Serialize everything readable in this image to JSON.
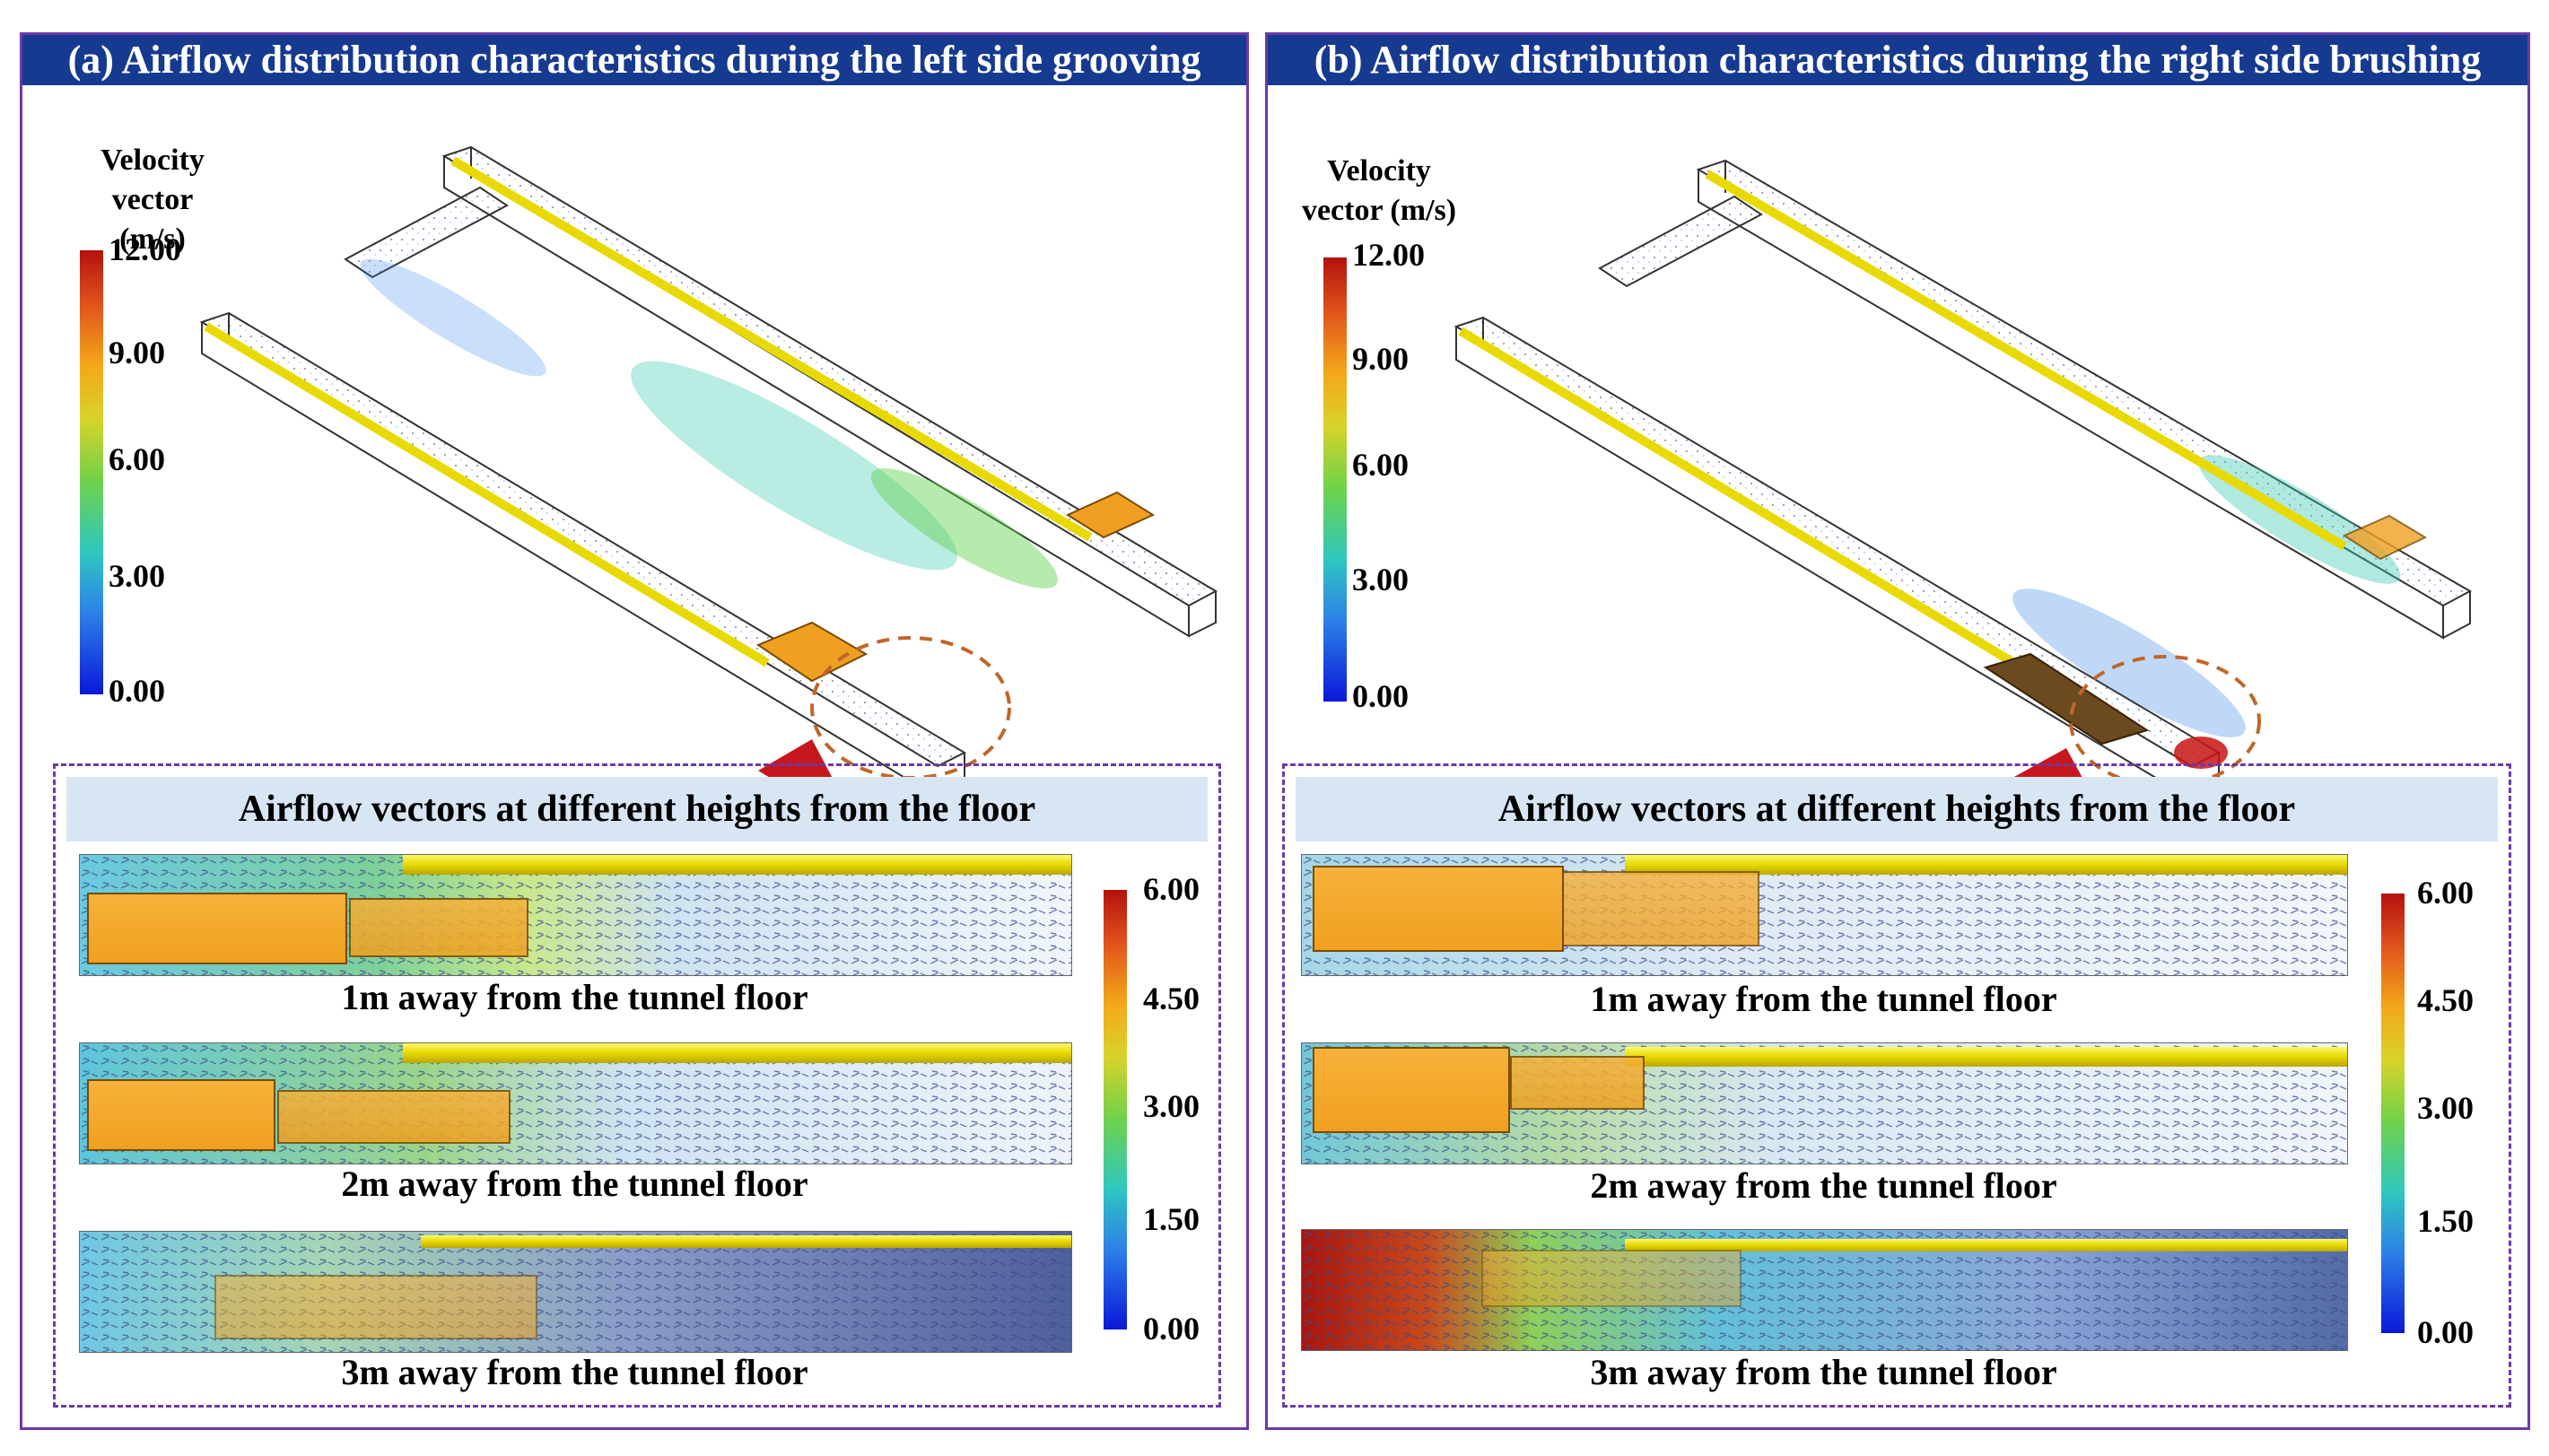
{
  "panels": [
    {
      "title": "(a) Airflow distribution characteristics during the left side grooving",
      "velocity_label_line1": "Velocity",
      "velocity_label_line2": "vector (m/s)",
      "velocity_ticks": [
        "12.00",
        "9.00",
        "6.00",
        "3.00",
        "0.00"
      ],
      "detail_title": "Airflow vectors at different heights from the floor",
      "detail_ticks": [
        "6.00",
        "4.50",
        "3.00",
        "1.50",
        "0.00"
      ],
      "strips": [
        "1m away from the tunnel floor",
        "2m away from the tunnel floor",
        "3m away from the tunnel floor"
      ]
    },
    {
      "title": "(b) Airflow distribution characteristics during the right side brushing",
      "velocity_label_line1": "Velocity",
      "velocity_label_line2": "vector (m/s)",
      "velocity_ticks": [
        "12.00",
        "9.00",
        "6.00",
        "3.00",
        "0.00"
      ],
      "detail_title": "Airflow vectors at different heights from the floor",
      "detail_ticks": [
        "6.00",
        "4.50",
        "3.00",
        "1.50",
        "0.00"
      ],
      "strips": [
        "1m away from the tunnel floor",
        "2m away from the tunnel floor",
        "3m away from the tunnel floor"
      ]
    }
  ],
  "colors": {
    "title_bar": "#163a8f",
    "panel_border": "#6a3aa8",
    "rail": "#f0e000",
    "machine": "#f0a020",
    "arrow": "#c8161d",
    "highlight_circle": "#c0662a"
  }
}
